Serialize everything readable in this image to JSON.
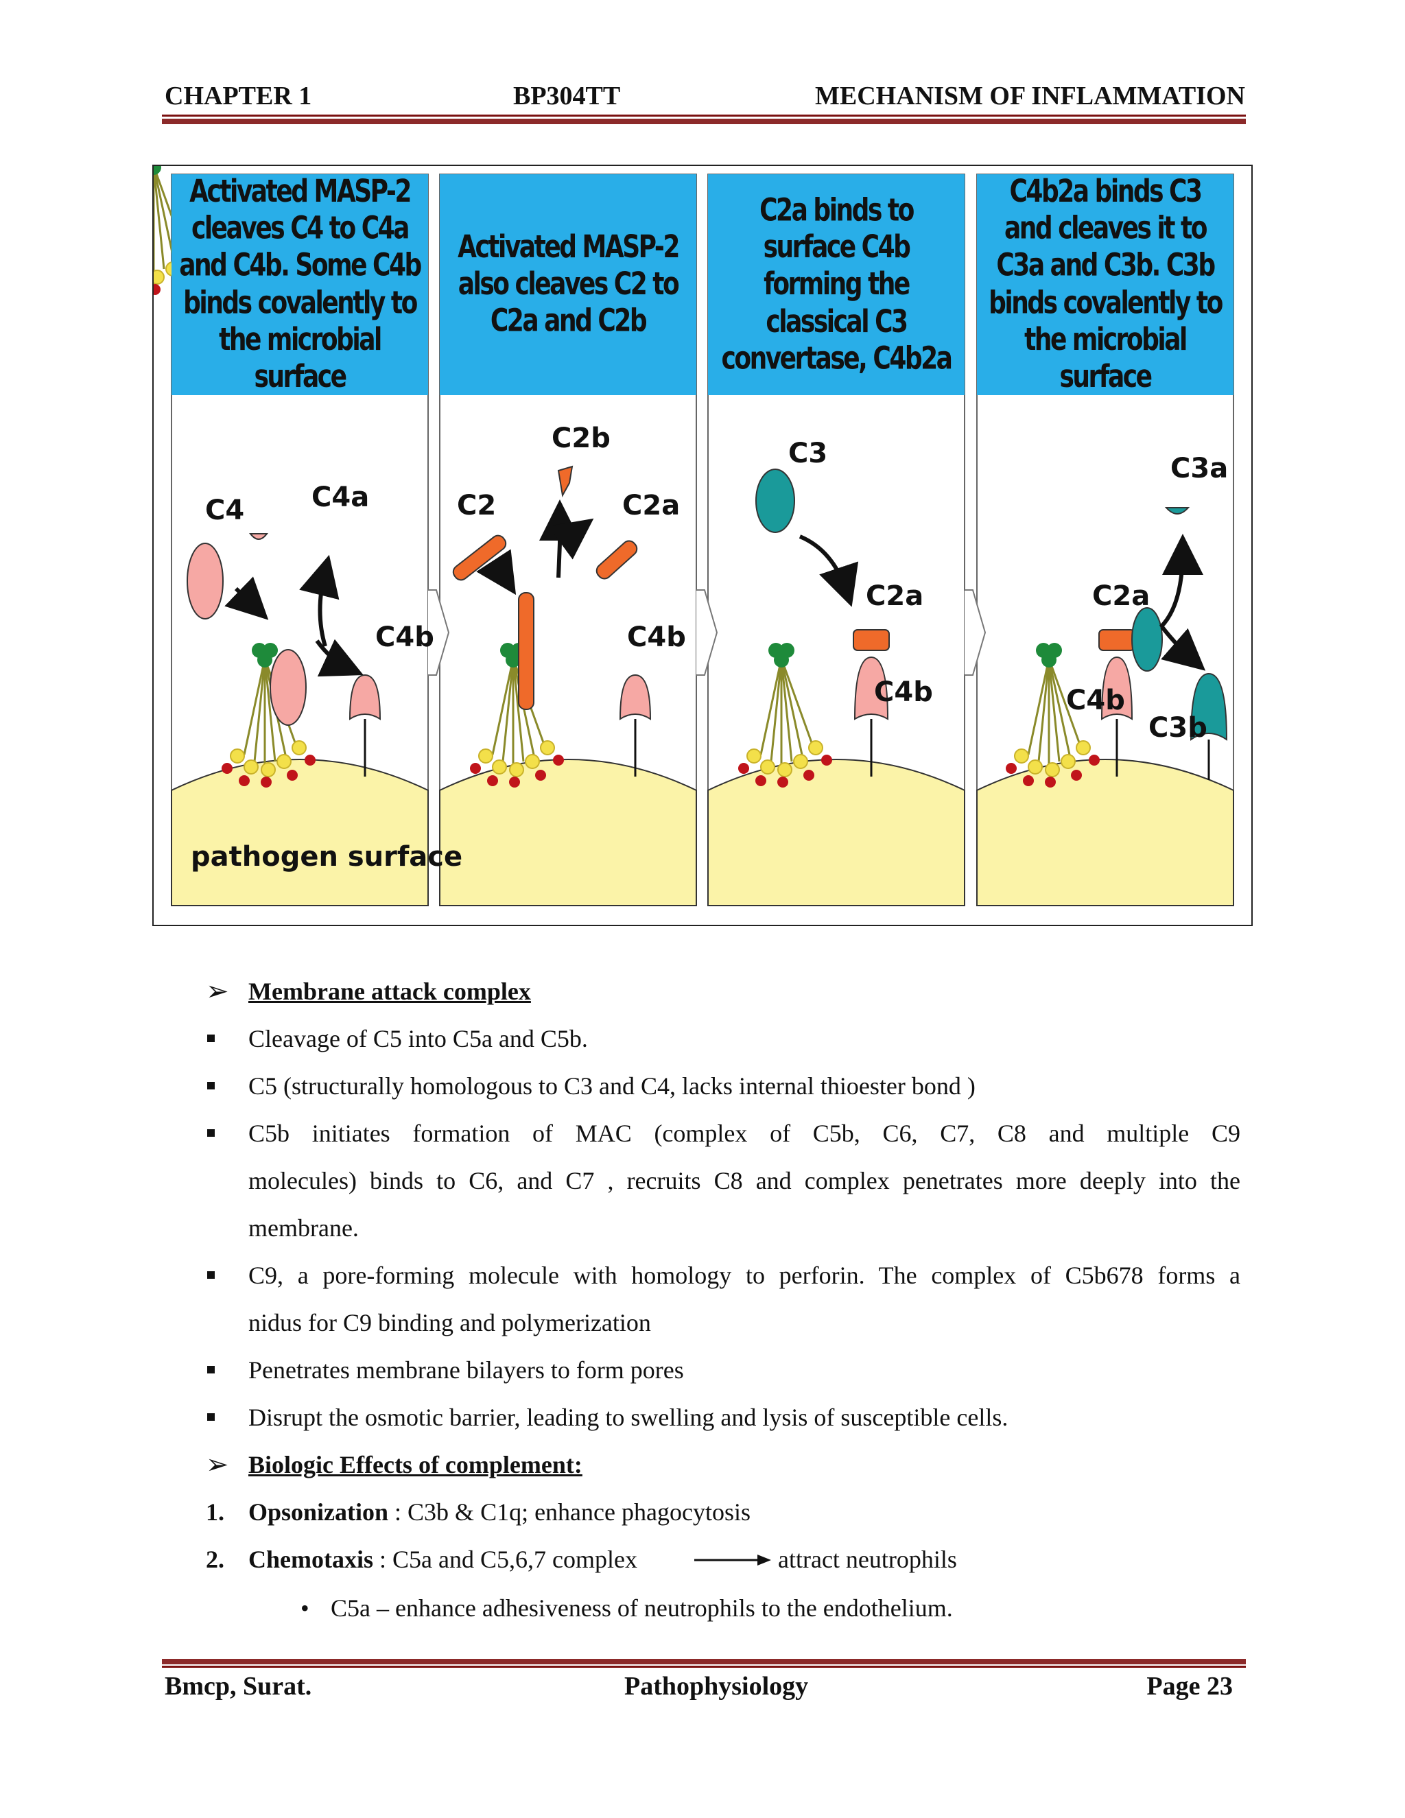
{
  "header": {
    "left": "CHAPTER 1",
    "center": "BP304TT",
    "right": "MECHANISM OF INFLAMMATION"
  },
  "figure": {
    "panels": [
      {
        "caption": "Activated MASP-2 cleaves C4 to C4a and C4b. Some C4b binds covalently to the microbial surface"
      },
      {
        "caption": "Activated MASP-2 also cleaves C2 to C2a and C2b"
      },
      {
        "caption": "C2a binds to surface C4b forming the classical C3 convertase, C4b2a"
      },
      {
        "caption": "C4b2a binds C3 and cleaves it to C3a and C3b. C3b binds covalently to the microbial surface"
      }
    ],
    "labels": {
      "p1_c4": "C4",
      "p1_c4a": "C4a",
      "p1_c4b": "C4b",
      "p1_surface": "pathogen surface",
      "p2_c2": "C2",
      "p2_c2b": "C2b",
      "p2_c2a": "C2a",
      "p2_c4b": "C4b",
      "p3_c3": "C3",
      "p3_c2a": "C2a",
      "p3_c4b": "C4b",
      "p4_c3a": "C3a",
      "p4_c2a": "C2a",
      "p4_c4b": "C4b",
      "p4_c3b": "C3b"
    },
    "colors": {
      "caption_bg": "#29aee8",
      "surface": "#fbf3a8",
      "c4": "#f6a8a4",
      "c2": "#ef6a2a",
      "c3": "#1a9a9a",
      "mbl_head": "#1e8a3a"
    }
  },
  "section1": {
    "heading": "Membrane attack complex",
    "bullets": [
      "Cleavage of C5 into C5a and C5b.",
      "C5 (structurally homologous to C3 and C4, lacks internal thioester bond )",
      "C5b initiates formation of MAC (complex of C5b, C6, C7, C8 and multiple C9",
      "molecules) binds to C6, and C7 , recruits C8 and complex penetrates more deeply into the",
      "membrane.",
      "C9, a pore-forming molecule with homology to perforin. The complex of C5b678 forms a",
      "nidus for C9 binding and polymerization",
      "Penetrates membrane bilayers to form pores",
      "Disrupt the osmotic barrier, leading to swelling and lysis of susceptible cells."
    ]
  },
  "section2": {
    "heading": "Biologic Effects of complement:",
    "items": [
      {
        "num": "1.",
        "term": "Opsonization",
        "text": " : C3b & C1q; enhance phagocytosis"
      },
      {
        "num": "2.",
        "term": "Chemotaxis",
        "text": " : C5a and C5,6,7 complex",
        "after_arrow": "attract neutrophils"
      }
    ],
    "sub_bullet": "C5a – enhance adhesiveness of neutrophils to the endothelium."
  },
  "footer": {
    "left": "Bmcp, Surat.",
    "center": "Pathophysiology",
    "right": "Page 23"
  }
}
